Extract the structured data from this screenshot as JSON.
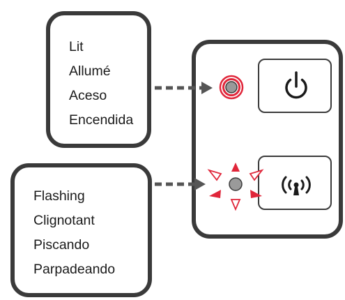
{
  "callouts": {
    "lit": {
      "lines": [
        "Lit",
        "Allumé",
        "Aceso",
        "Encendida"
      ]
    },
    "flashing": {
      "lines": [
        "Flashing",
        "Clignotant",
        "Piscando",
        "Parpadeando"
      ]
    }
  },
  "indicators": {
    "power_led": {
      "state": "lit",
      "color": "#e0263a"
    },
    "wireless_led": {
      "state": "flashing",
      "color": "#e0263a"
    }
  },
  "buttons": {
    "power": {
      "icon": "power-icon"
    },
    "wireless": {
      "icon": "wireless-icon"
    }
  },
  "colors": {
    "outline": "#3a3a3a",
    "led_center": "#9a9a9a",
    "accent_red": "#e0263a"
  }
}
